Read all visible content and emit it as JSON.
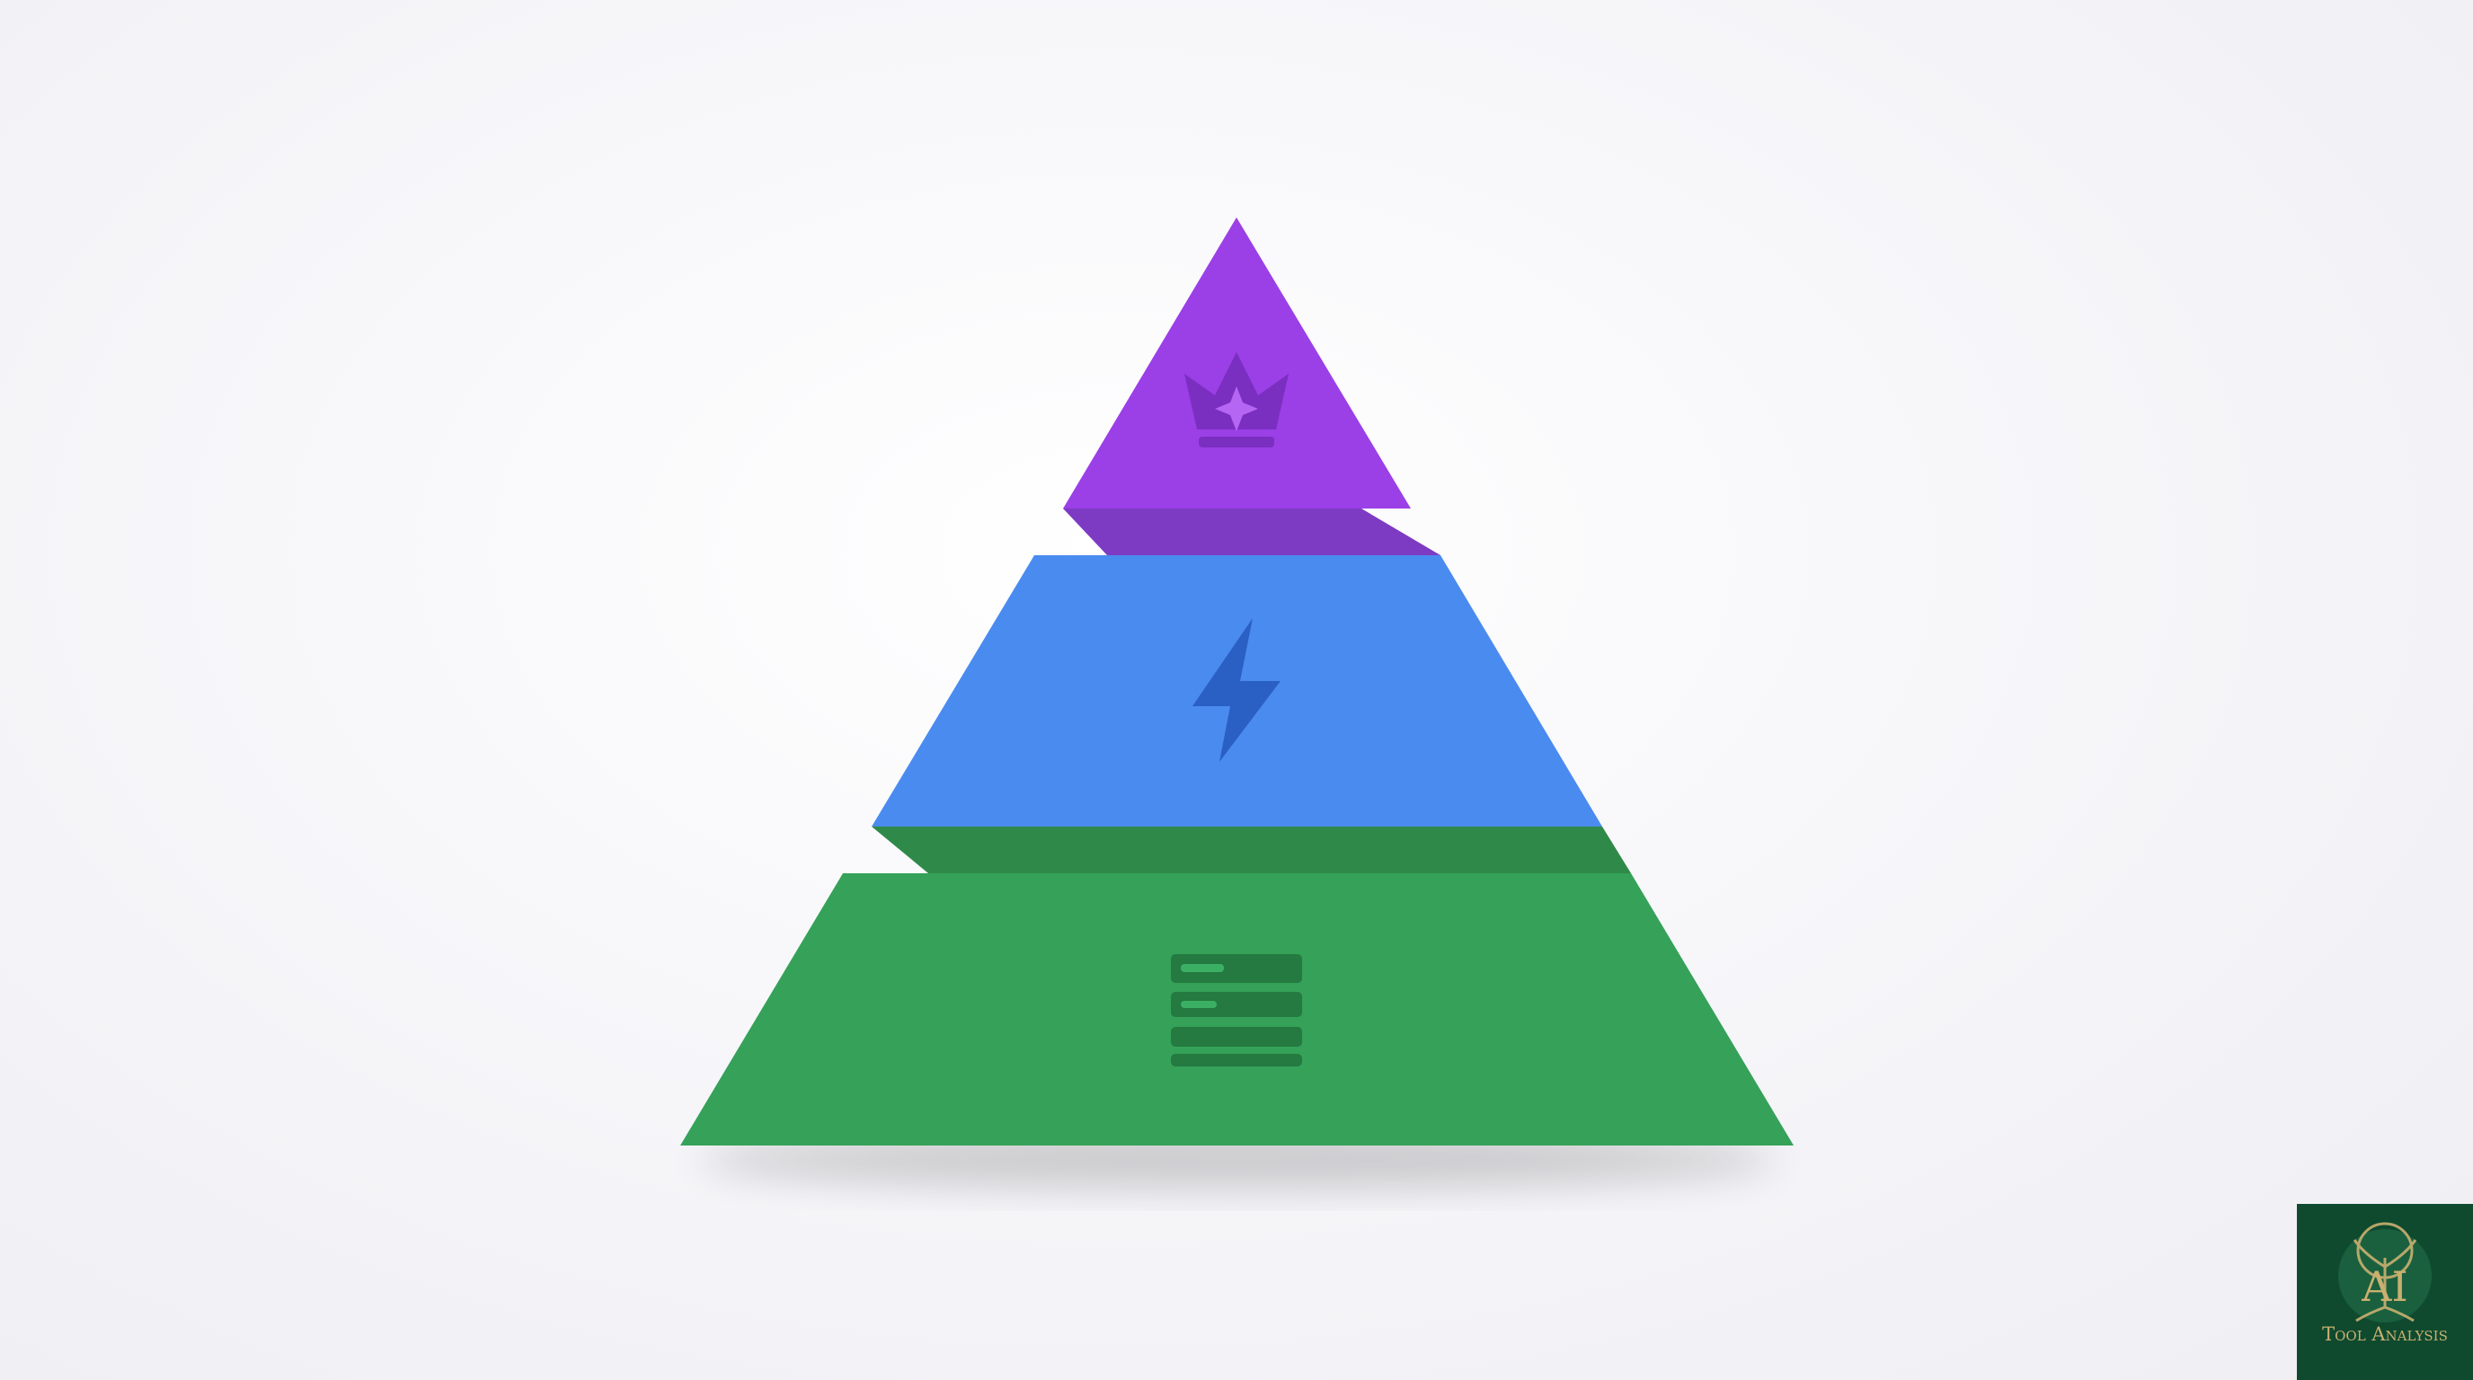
{
  "diagram": {
    "type": "pyramid",
    "tiers": [
      {
        "name": "top",
        "icon": "crown-icon",
        "color": "#9b3fe6",
        "icon_color": "#7a2fc0",
        "ledge_color": "#7d3bc4"
      },
      {
        "name": "middle",
        "icon": "lightning-bolt-icon",
        "color": "#4a8bef",
        "icon_color": "#2a5fc4",
        "ledge_color": "#2f8a4a"
      },
      {
        "name": "bottom",
        "icon": "list-rows-icon",
        "color": "#35a159",
        "icon_color": "#247a40"
      }
    ]
  },
  "watermark": {
    "text": "Tool Analysis",
    "monogram": "AI",
    "background": "#0f4a2f",
    "text_color": "#c9b070"
  }
}
